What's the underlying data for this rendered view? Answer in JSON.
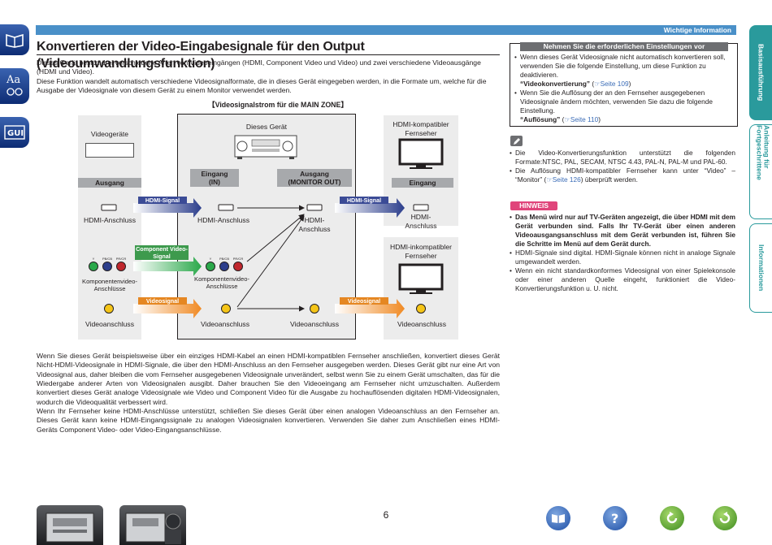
{
  "header": {
    "section_label": "Wichtige Information"
  },
  "page": {
    "title": "Konvertieren der Video-Eingabesignale für den Output (Videoumwandlungsfunktion)",
    "intro": [
      "Dieses Gerät besitzt drei verschiedene Arten von Videoeingängen (HDMI, Component Video und Video) und zwei verschiedene Videoausgänge (HDMI und Video).",
      "Diese Funktion wandelt automatisch verschiedene Videosignalformate, die in dieses Gerät eingegeben werden, in die Formate um, welche für die Ausgabe der Videosignale von diesem Gerät zu einem Monitor verwendet werden."
    ],
    "number": "6"
  },
  "diagram": {
    "title": "【Videosignalstrom für die MAIN ZONE】",
    "source_title": "Videogeräte",
    "device_title": "Dieses Gerät",
    "tv1_title": "HDMI-kompatibler Fernseher",
    "tv2_title": "HDMI-inkompatibler Fernseher",
    "tag_ausgang": "Ausgang",
    "tag_eingang_in": "Eingang\n(IN)",
    "tag_ausgang_monitor": "Ausgang\n(MONITOR OUT)",
    "tag_eingang": "Eingang",
    "hdmi_label": "HDMI-Anschluss",
    "hdmi_label_out": "HDMI-\nAnschluss",
    "hdmi_label_tv": "HDMI-\nAnschluss",
    "component_label": "Komponentenvideo-\nAnschlüsse",
    "video_label": "Videoanschluss",
    "arrow_hdmi": "HDMI-Signal",
    "arrow_component": "Component Video-\nSignal",
    "arrow_video": "Videosignal",
    "comp_tags": [
      "Y",
      "PB/CB",
      "PR/CR"
    ]
  },
  "right": {
    "settings_title": "Nehmen Sie die erforderlichen Einstellungen vor",
    "settings": [
      {
        "text": "Wenn dieses Gerät Videosignale nicht automatisch konvertieren soll, verwenden Sie die folgende Einstellung, um diese Funktion zu deaktivieren.",
        "setting": "“Videokonvertierung”",
        "ref": "Seite 109"
      },
      {
        "text": "Wenn Sie die Auflösung der an den Fernseher ausgegebenen Videosignale ändern möchten, verwenden Sie dazu die folgende Einstellung.",
        "setting": "“Auflösung”",
        "ref": "Seite 110"
      }
    ],
    "notes": [
      "Die Video-Konvertierungsfunktion unterstützt die folgenden Formate:NTSC, PAL, SECAM, NTSC 4.43, PAL-N, PAL-M und PAL-60.",
      {
        "pre": "Die Auflösung HDMI-kompatibler Fernseher kann unter “Video” – “Monitor” (",
        "ref": "Seite 126",
        "post": ") überprüft werden."
      }
    ],
    "hinweis_label": "HINWEIS",
    "hinweis": [
      "Das Menü wird nur auf TV-Geräten angezeigt, die über HDMI mit dem Gerät verbunden sind. Falls Ihr TV-Gerät über einen anderen Videoausgangsanschluss mit dem Gerät verbunden ist, führen Sie die Schritte im Menü auf dem Gerät durch.",
      "HDMI-Signale sind digital. HDMI-Signale können nicht in analoge Signale umgewandelt werden.",
      "Wenn ein nicht standardkonformes Videosignal von einer Spielekonsole oder einer anderen Quelle eingeht, funktioniert die Video-Konvertierungsfunktion u. U. nicht."
    ]
  },
  "bottom_text": [
    "Wenn Sie dieses Gerät beispielsweise über ein einziges HDMI-Kabel an einen HDMI-kompatiblen Fernseher anschließen, konvertiert dieses Gerät Nicht-HDMI-Videosignale in HDMI-Signale, die über den HDMI-Anschluss an den Fernseher ausgegeben werden. Dieses Gerät gibt nur eine Art von Videosignal aus, daher bleiben die vom Fernseher ausgegebenen Videosignale unverändert, selbst wenn Sie zu einem Gerät umschalten, das für die Wiedergabe anderer Arten von Videosignalen ausgibt. Daher brauchen Sie den Videoeingang am Fernseher nicht umzuschalten. Außerdem konvertiert dieses Gerät analoge Videosignale wie Video und Component Video für die Ausgabe zu hochauflösenden digitalen HDMI-Videosignalen, wodurch die Videoqualität verbessert wird.",
    "Wenn Ihr Fernseher keine HDMI-Anschlüsse unterstützt, schließen Sie dieses Gerät über einen analogen Videoanschluss an den Fernseher an. Dieses Gerät kann keine HDMI-Eingangssignale zu analogen Videosignalen konvertieren. Verwenden Sie daher zum Anschließen eines HDMI-Geräts Component Video- oder Video-Eingangsanschlüsse."
  ],
  "tabs": [
    "Basisausführung",
    "Anleitung für Fortgeschrittene",
    "Informationen"
  ],
  "left_icons": [
    "book-icon",
    "font-icon",
    "gui-icon"
  ],
  "colors": {
    "accent_blue": "#4a90c8",
    "teal": "#2a9a9c",
    "pink": "#e0457b",
    "hdmi_arrow": "#2c3e8c",
    "component_arrow": "#2aa84a",
    "video_arrow": "#f08a24"
  }
}
